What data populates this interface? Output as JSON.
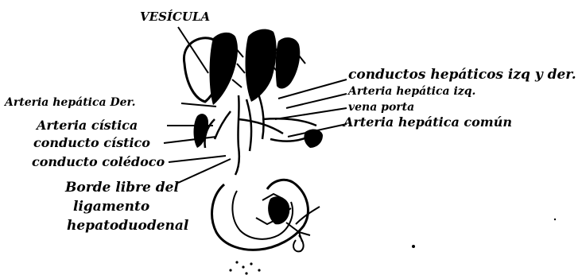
{
  "labels": {
    "vesicula": "VESÍCULA",
    "conductos_hepaticos": "conductos hepáticos izq y der.",
    "arteria_hepatica_izq": "Arteria hepática izq.",
    "vena_porta": "vena porta",
    "arteria_hepatica_comun": "Arteria hepática común",
    "arteria_hepatica_der": "Arteria hepática Der.",
    "arteria_cistica": "Arteria cística",
    "conducto_cistico": "conducto cístico",
    "conducto_coledoco": "conducto colédoco",
    "borde_libre_line1": "Borde libre del",
    "borde_libre_line2": "ligamento",
    "borde_libre_line3": "hepatoduodenal"
  },
  "colors": {
    "ink": "#000000",
    "paper": "#ffffff"
  }
}
